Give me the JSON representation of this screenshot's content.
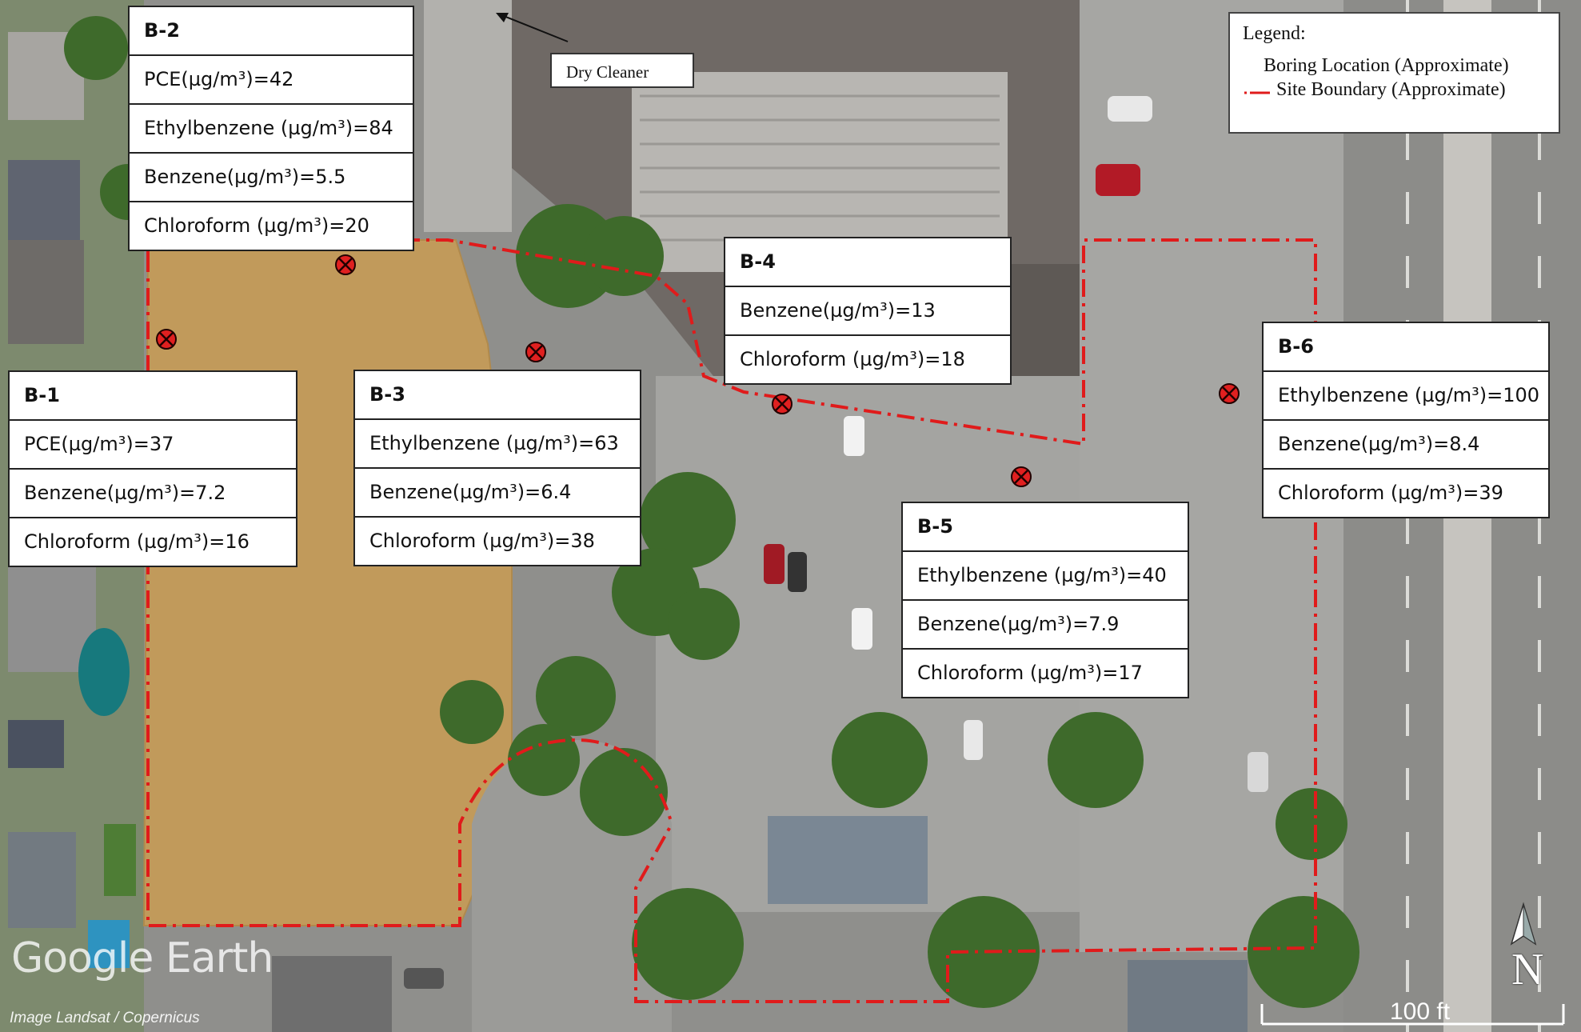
{
  "colors": {
    "boundary": "#e01b1b",
    "marker": "#e02020",
    "vegetation": "#3f6b2a",
    "field": "#c19a5b",
    "pavement": "#9d9d9a",
    "roof": "#6e6864"
  },
  "legend": {
    "title": "Legend:",
    "items": [
      {
        "label": "Boring Location (Approximate)",
        "icon": "boring-marker-icon"
      },
      {
        "label": "Site Boundary (Approximate)",
        "icon": "dashed-red-line-icon"
      }
    ]
  },
  "dry_cleaner_label": "Dry Cleaner",
  "borings": [
    {
      "id": "B-1",
      "rows": [
        "PCE(µg/m³)=37",
        "Benzene(µg/m³)=7.2",
        "Chloroform (µg/m³)=16"
      ]
    },
    {
      "id": "B-2",
      "rows": [
        "PCE(µg/m³)=42",
        "Ethylbenzene (µg/m³)=84",
        "Benzene(µg/m³)=5.5",
        "Chloroform (µg/m³)=20"
      ]
    },
    {
      "id": "B-3",
      "rows": [
        "Ethylbenzene (µg/m³)=63",
        "Benzene(µg/m³)=6.4",
        "Chloroform (µg/m³)=38"
      ]
    },
    {
      "id": "B-4",
      "rows": [
        "Benzene(µg/m³)=13",
        "Chloroform (µg/m³)=18"
      ]
    },
    {
      "id": "B-5",
      "rows": [
        "Ethylbenzene (µg/m³)=40",
        "Benzene(µg/m³)=7.9",
        "Chloroform (µg/m³)=17"
      ]
    },
    {
      "id": "B-6",
      "rows": [
        "Ethylbenzene (µg/m³)=100",
        "Benzene(µg/m³)=8.4",
        "Chloroform (µg/m³)=39"
      ]
    }
  ],
  "scale_bar": {
    "label": "100 ft"
  },
  "north_arrow": {
    "label": "N"
  },
  "attribution": {
    "watermark": "Google Earth",
    "imagery": "Image Landsat / Copernicus"
  }
}
